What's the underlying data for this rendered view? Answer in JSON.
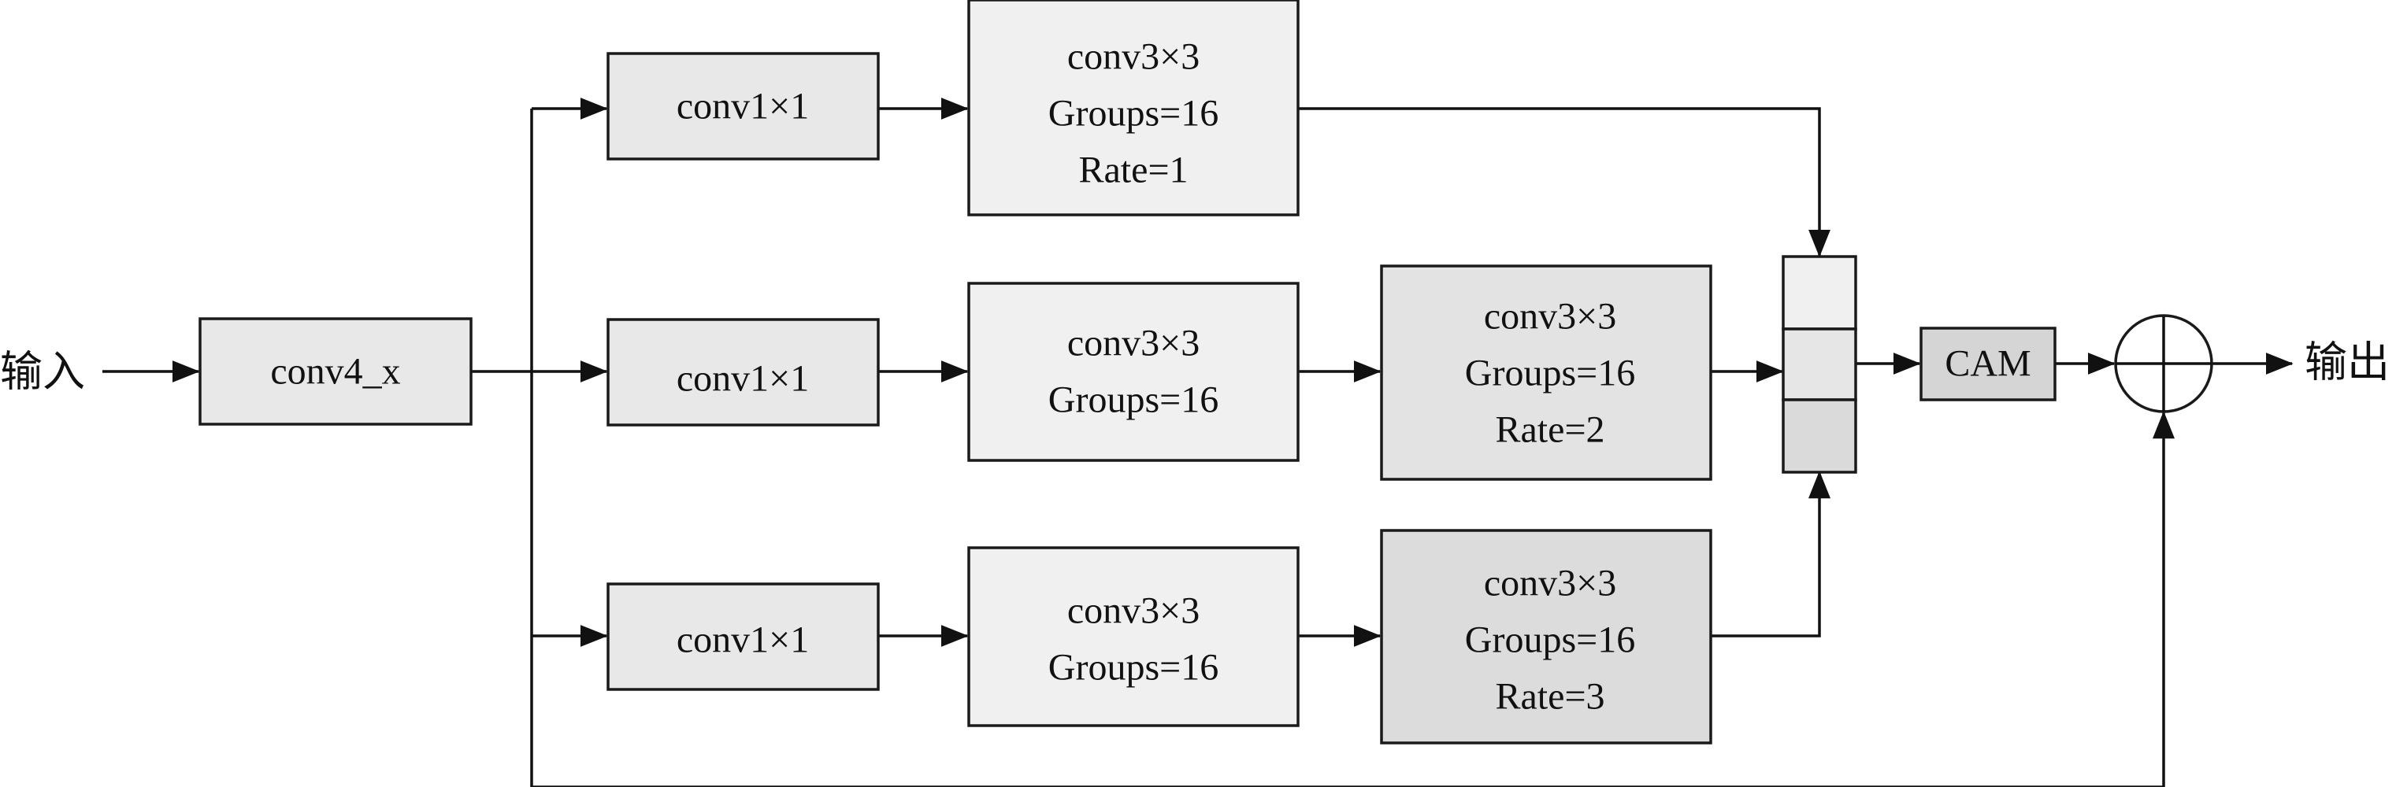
{
  "diagram": {
    "input_label": "输入",
    "output_label": "输出",
    "stem": {
      "label": "conv4_x"
    },
    "branches": [
      {
        "conv1": "conv1×1",
        "conv3": {
          "line1": "conv3×3",
          "line2": "Groups=16",
          "line3": "Rate=1"
        }
      },
      {
        "conv1": "conv1×1",
        "conv3": {
          "line1": "conv3×3",
          "line2": "Groups=16"
        },
        "dilated": {
          "line1": "conv3×3",
          "line2": "Groups=16",
          "line3": "Rate=2"
        }
      },
      {
        "conv1": "conv1×1",
        "conv3": {
          "line1": "conv3×3",
          "line2": "Groups=16"
        },
        "dilated": {
          "line1": "conv3×3",
          "line2": "Groups=16",
          "line3": "Rate=3"
        }
      }
    ],
    "cam": {
      "label": "CAM"
    },
    "colors": {
      "conv_fill": "#e8e8e8",
      "conv3_fill": "#f0f0f0",
      "dilated_fill": "#e3e3e3",
      "dilated3_fill": "#dcdcdc",
      "concat_top": "#f0f0f0",
      "concat_mid": "#e6e6e6",
      "concat_bot": "#dadada",
      "cam_fill": "#d5d5d5",
      "line": "#111111"
    }
  }
}
